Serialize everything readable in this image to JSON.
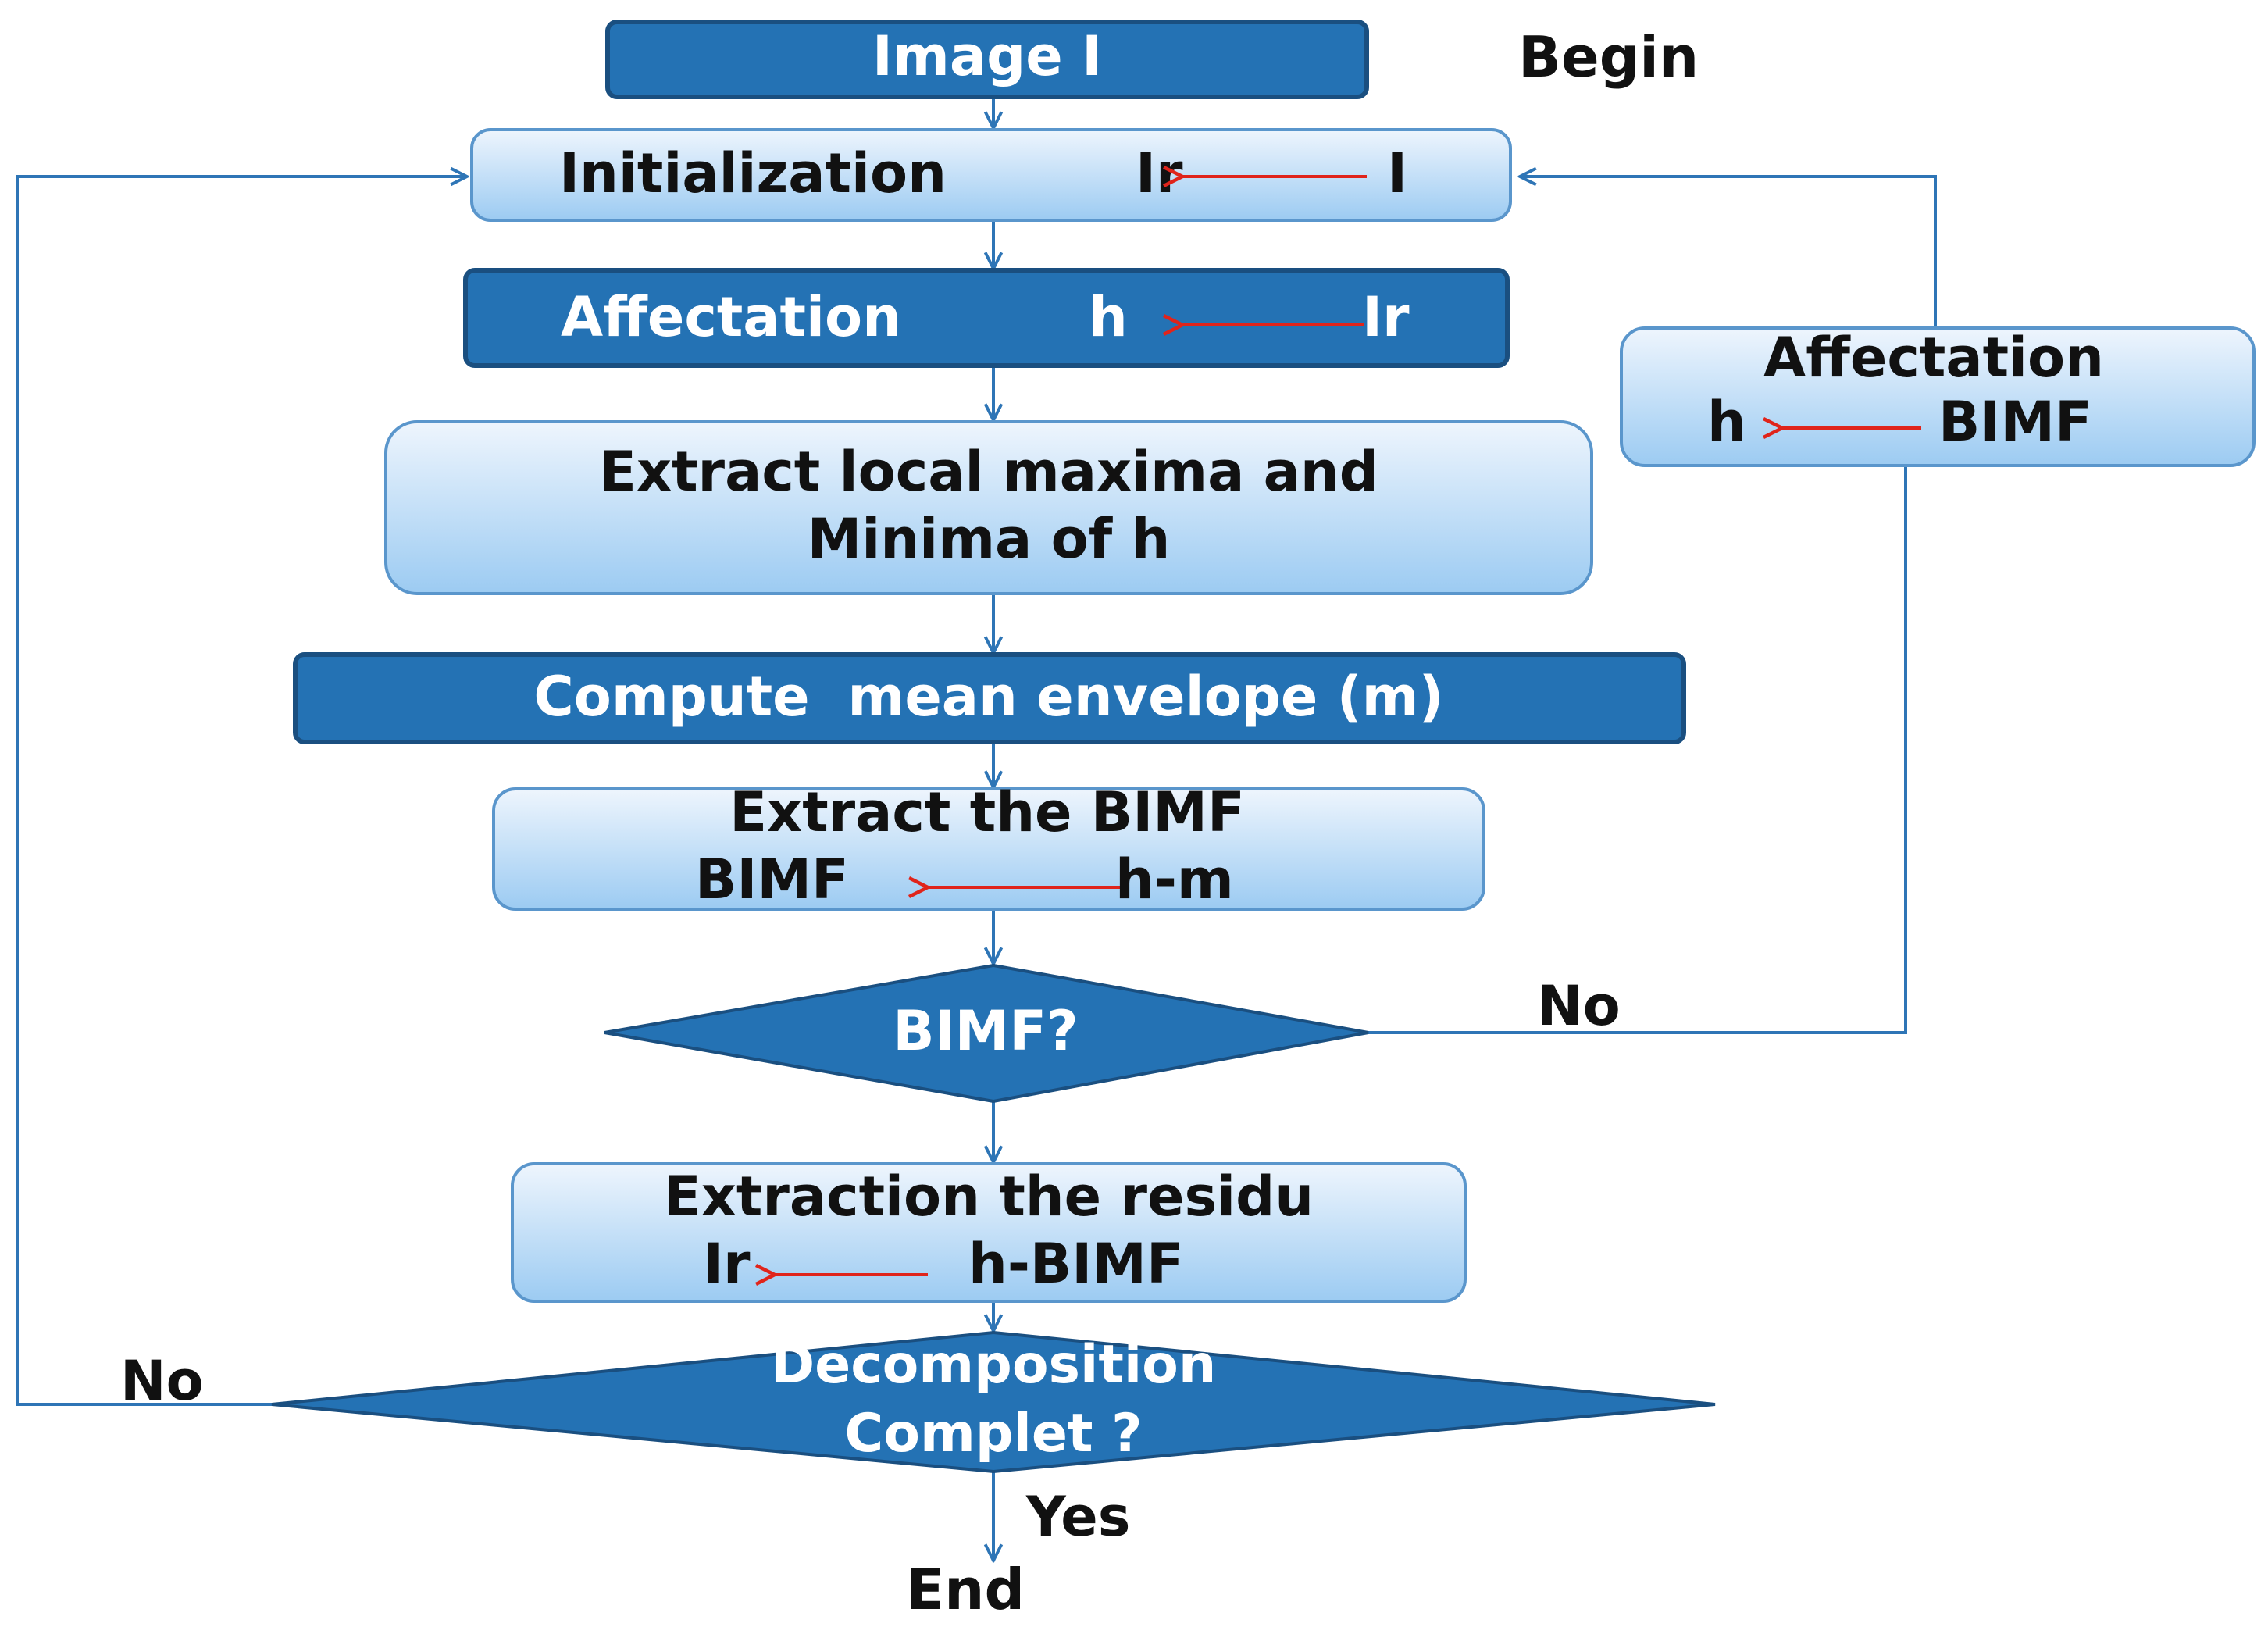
{
  "nodes": {
    "image": "Image I",
    "begin": "Begin",
    "init_label": "Initialization",
    "init_from": "Ir",
    "init_to": "I",
    "affect1_label": "Affectation",
    "affect1_from": "h",
    "affect1_to": "Ir",
    "extract_line1": "Extract local maxima and",
    "extract_line2": "Minima of h",
    "compute": "Compute  mean envelope (m)",
    "bimf_line1": "Extract the BIMF",
    "bimf_from": "BIMF",
    "bimf_to": "h-m",
    "decision_bimf": "BIMF?",
    "no_right": "No",
    "affect2_line1": "Affectation",
    "affect2_from": "h",
    "affect2_to": "BIMF",
    "residu_line1": "Extraction the residu",
    "residu_from": "Ir",
    "residu_to": "h-BIMF",
    "decision2_line1": "Decomposition",
    "decision2_line2": "Complet ?",
    "no_left": "No",
    "yes": "Yes",
    "end": "End"
  },
  "colors": {
    "dark_blue": "#2472b4",
    "dark_border": "#1a4f80",
    "light_top": "#e9f2fc",
    "light_bottom": "#9ccbf2",
    "light_border": "#5a96cc",
    "connector": "#2e75b6",
    "red_arrow": "#e0241b",
    "text_dark": "#111111",
    "text_light": "#ffffff"
  }
}
